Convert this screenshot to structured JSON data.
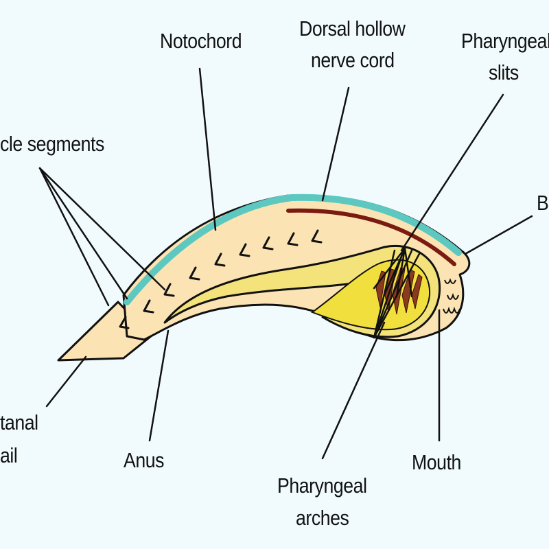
{
  "labels": {
    "notochord": "Notochord",
    "dorsal_nerve_1": "Dorsal hollow",
    "dorsal_nerve_2": "nerve cord",
    "pharyngeal_slits_1": "Pharyngeal",
    "pharyngeal_slits_2": "slits",
    "muscle_segments": "cle segments",
    "brain_partial": "B",
    "tail_1": "tanal",
    "tail_2": "ail",
    "anus": "Anus",
    "mouth": "Mouth",
    "pharyngeal_arches_1": "Pharyngeal",
    "pharyngeal_arches_2": "arches"
  },
  "colors": {
    "background": "#f1fbfd",
    "body_fill": "#fbe3b3",
    "notochord_band": "#5cc8c0",
    "nerve_cord": "#7a1a10",
    "gut_fill": "#f3e37a",
    "pharynx_fill": "#f0df3c",
    "outline": "#111111"
  }
}
